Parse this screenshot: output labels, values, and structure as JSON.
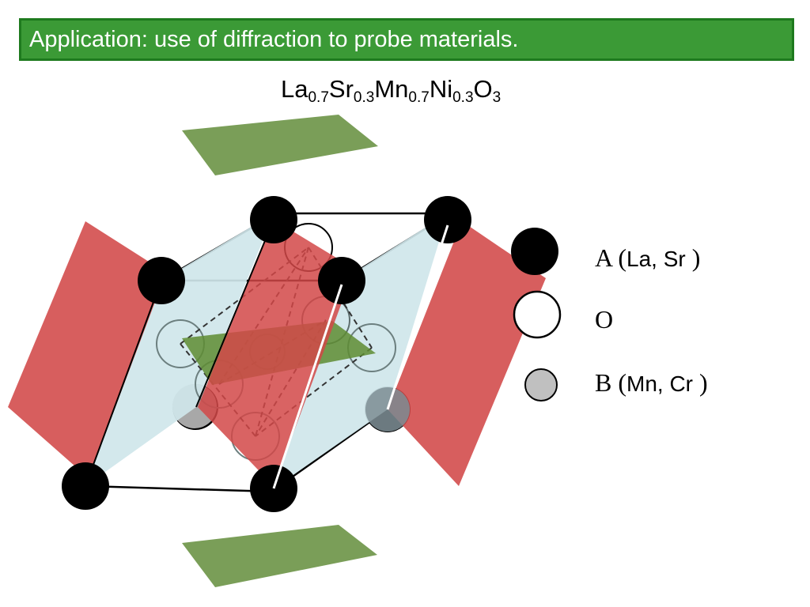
{
  "slide": {
    "title": "Application: use of diffraction to probe materials.",
    "formula": [
      {
        "text": "La"
      },
      {
        "sub": "0.7"
      },
      {
        "text": "Sr"
      },
      {
        "sub": "0.3"
      },
      {
        "text": "Mn"
      },
      {
        "sub": "0.7"
      },
      {
        "text": "Ni"
      },
      {
        "sub": "0.3"
      },
      {
        "text": "O"
      },
      {
        "sub": "3"
      }
    ]
  },
  "legend": {
    "a_site": {
      "letter": "A",
      "open": "(",
      "elements": "La, Sr",
      "close": ")"
    },
    "oxygen": {
      "letter": "O"
    },
    "b_site": {
      "letter": "B",
      "open": "(",
      "elements": "Mn, Cr",
      "close": ")"
    }
  },
  "colors": {
    "banner_fill": "#3b9a36",
    "banner_border": "#1e7a1e",
    "plane_red": "#d65050",
    "plane_blue": "#cfe6ea",
    "plane_green": "#6f9a4a",
    "atom_a": "#000000",
    "atom_b": "#c0c0c0",
    "atom_o": "#ffffff"
  }
}
